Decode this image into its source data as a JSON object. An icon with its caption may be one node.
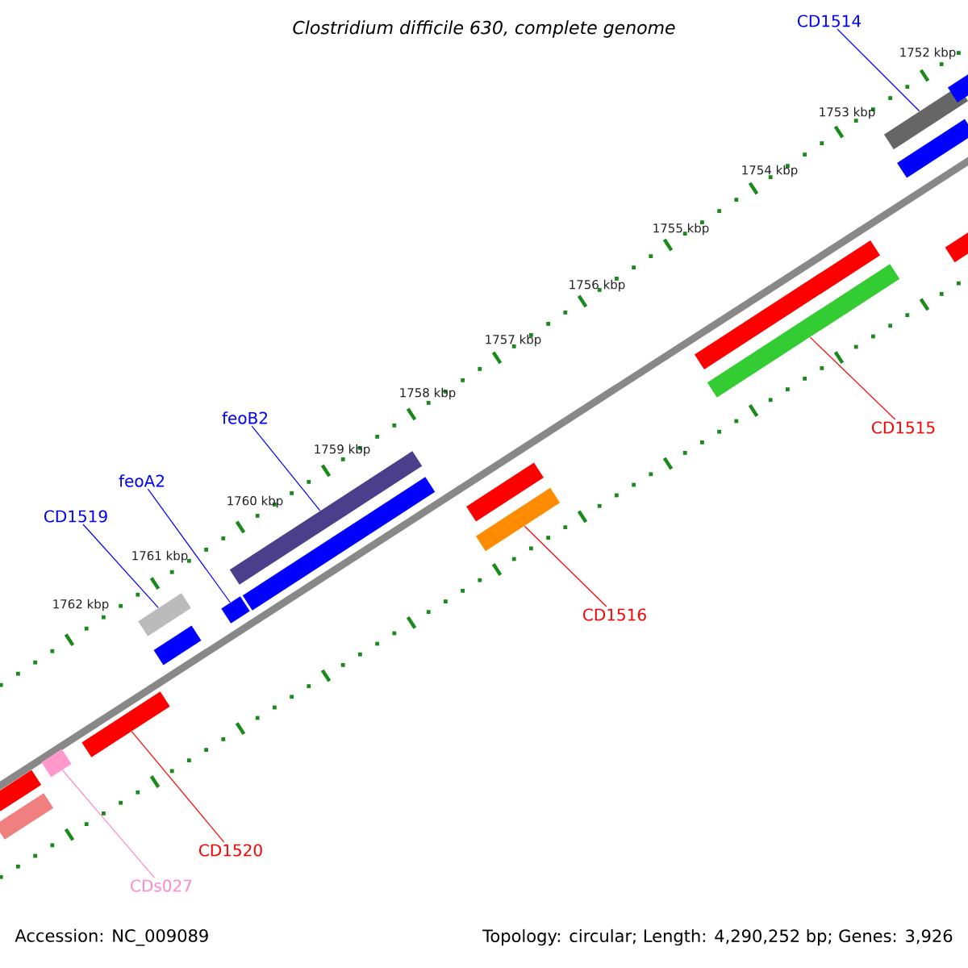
{
  "diagram": {
    "title": "Clostridium difficile 630, complete genome",
    "nodes": [
      {
        "text": [
          "CD1514"
        ]
      },
      {
        "text": [
          "feoB2"
        ]
      },
      {
        "text": [
          "feoA2"
        ]
      },
      {
        "text": [
          "CD1519"
        ]
      },
      {
        "text": [
          "CD1515"
        ]
      },
      {
        "text": [
          "CD1516"
        ]
      },
      {
        "text": [
          "CD1520"
        ]
      },
      {
        "text": [
          "CDs027"
        ]
      },
      {
        "text": [],
        "shape": "bar"
      },
      {
        "text": [],
        "shape": "bar"
      },
      {
        "text": [],
        "shape": "bar"
      },
      {
        "text": [],
        "shape": "bar"
      },
      {
        "text": [],
        "shape": "bar"
      },
      {
        "text": [],
        "shape": "bar"
      },
      {
        "text": [],
        "shape": "bar"
      },
      {
        "text": [],
        "shape": "bar"
      },
      {
        "text": [],
        "shape": "bar"
      },
      {
        "text": [],
        "shape": "bar"
      },
      {
        "text": [],
        "shape": "bar"
      },
      {
        "text": [],
        "shape": "bar"
      },
      {
        "text": [],
        "shape": "bar"
      },
      {
        "text": [],
        "shape": "bar"
      },
      {
        "text": [],
        "shape": "bar"
      },
      {
        "text": [],
        "shape": "bar"
      },
      {
        "text": [],
        "shape": "bar"
      }
    ],
    "edges": [
      {
        "from": 0,
        "to": 21,
        "arrow": "none",
        "color": "#0000ff"
      },
      {
        "from": 1,
        "to": 15,
        "arrow": "none",
        "color": "#0000ff"
      },
      {
        "from": 2,
        "to": 14,
        "arrow": "none",
        "color": "#0000ff"
      },
      {
        "from": 3,
        "to": 12,
        "arrow": "none",
        "color": "#0000ff"
      },
      {
        "from": 4,
        "to": 20,
        "arrow": "none",
        "color": "#ff0000"
      },
      {
        "from": 5,
        "to": 18,
        "arrow": "none",
        "color": "#ff0000"
      },
      {
        "from": 6,
        "to": 11,
        "arrow": "none",
        "color": "#ff0000"
      },
      {
        "from": 7,
        "to": 10,
        "arrow": "none",
        "color": "#ff88cc"
      }
    ],
    "labels": [
      "1752 kbp",
      "1753 kbp",
      "1754 kbp",
      "1755 kbp",
      "1756 kbp",
      "1757 kbp",
      "1758 kbp",
      "1759 kbp",
      "1760 kbp",
      "1761 kbp",
      "1762 kbp",
      "Accession: NC_009089",
      "Topology: circular; Length: 4,290,252 bp; Genes: 3,926"
    ]
  }
}
